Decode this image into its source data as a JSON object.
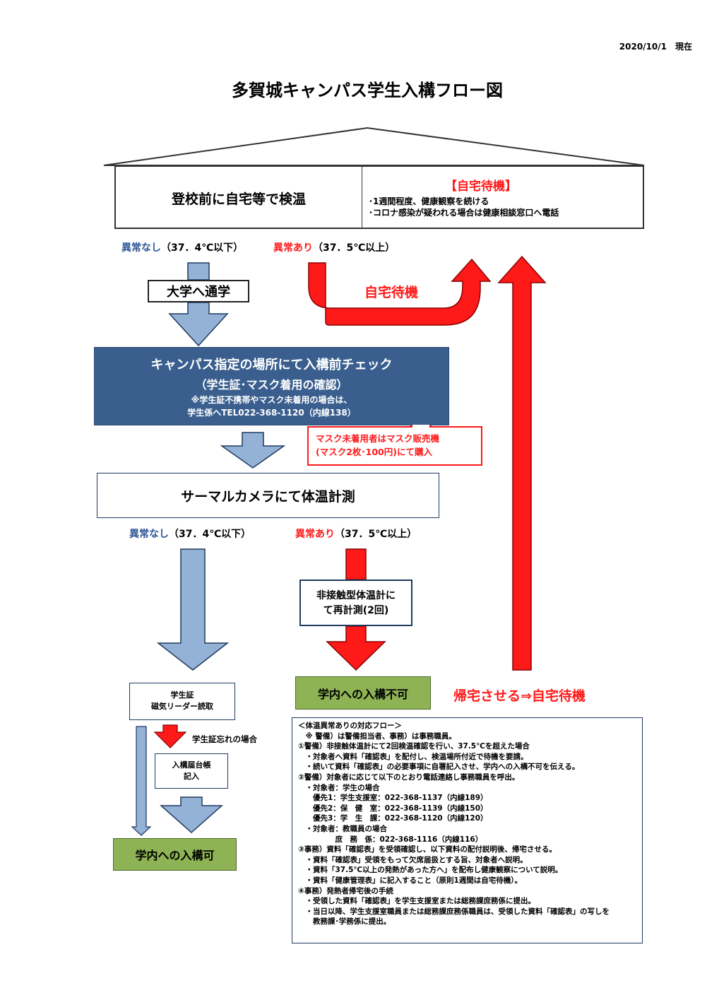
{
  "date": "2020/10/1　現在",
  "title": "多賀城キャンパス学生入構フロー図",
  "top_box": {
    "left_text": "登校前に自宅等で検温",
    "right_title": "【自宅待機】",
    "right_line1": "･1週間程度、健康観察を続ける",
    "right_line2": "･コロナ感染が疑われる場合は健康相談窓口へ電話"
  },
  "status1": {
    "normal_label": "異常なし",
    "normal_range": "（37．4℃以下）",
    "abnormal_label": "異常あり",
    "abnormal_range": "（37．5℃以上）"
  },
  "go_to_school": "大学へ通学",
  "home_wait_arrow_label": "自宅待機",
  "campus_check": {
    "line1": "キャンパス指定の場所にて入構前チェック",
    "line2": "（学生証･マスク着用の確認）",
    "line3": "※学生証不携帯やマスク未着用の場合は、",
    "line4": "学生係へTEL022-368-1120（内線138）"
  },
  "mask_callout": {
    "line1": "マスク未着用者はマスク販売機",
    "line2": "(マスク2枚･100円)にて購入"
  },
  "thermal_camera": "サーマルカメラにて体温計測",
  "status2": {
    "normal_label": "異常なし",
    "normal_range": "（37．4℃以下）",
    "abnormal_label": "異常あり",
    "abnormal_range": "（37．5℃以上）"
  },
  "remeasure": {
    "line1": "非接触型体温計に",
    "line2": "て再計測(2回)"
  },
  "no_entry": "学内への入構不可",
  "go_home": "帰宅させる⇒自宅待機",
  "student_card": {
    "line1": "学生証",
    "line2": "磁気リーダー読取"
  },
  "forgot_card": "学生証忘れの場合",
  "entry_log": {
    "line1": "入構届台帳",
    "line2": "記入"
  },
  "entry_ok": "学内への入構可",
  "notes": [
    "＜体温異常ありの対応フロー＞",
    "　※ 警備）は警備担当者、事務）は事務職員。",
    "①警備）非接触体温計にて2回検温確認を行い、37.5℃を超えた場合",
    "　・対象者へ資料「確認表」を配付し、検温場所付近で待機を要請。",
    "　・続いて資料「確認表」の必要事項に自署記入させ、学内への入構不可を伝える。",
    "②警備）対象者に応じて以下のとおり電話連絡し事務職員を呼出。",
    "　・対象者：学生の場合",
    "　　優先1：学生支援室：022-368-1137（内線189）",
    "　　優先2：保　健　室：022-368-1139（内線150）",
    "　　優先3：学　生　課：022-368-1120（内線120）",
    "　・対象者：教職員の場合",
    "　　　　　庶　務　係：022-368-1116（内線116）",
    "③事務）資料「確認表」を受領確認し、以下資料の配付説明後、帰宅させる。",
    "　・資料「確認表」受領をもって欠席届扱とする旨、対象者へ説明。",
    "　・資料「37.5℃以上の発熱があった方へ」を配布し健康観察について説明。",
    "　・資料「健康管理表」に記入すること（原則1週間は自宅待機）。",
    "④事務）発熱者帰宅後の手続",
    "　・受領した資料「確認表」を学生支援室または総務課庶務係に提出。",
    "　・当日以降、学生支援室職員または総務課庶務係職員は、受領した資料「確認表」の写しを",
    "　　教務課･学務係に提出。"
  ],
  "colors": {
    "blue_arrow": "#94b1d6",
    "navy_box": "#3a5f8e",
    "red": "#ff1a1a",
    "green_box": "#8db354",
    "label_blue": "#2d5596"
  }
}
